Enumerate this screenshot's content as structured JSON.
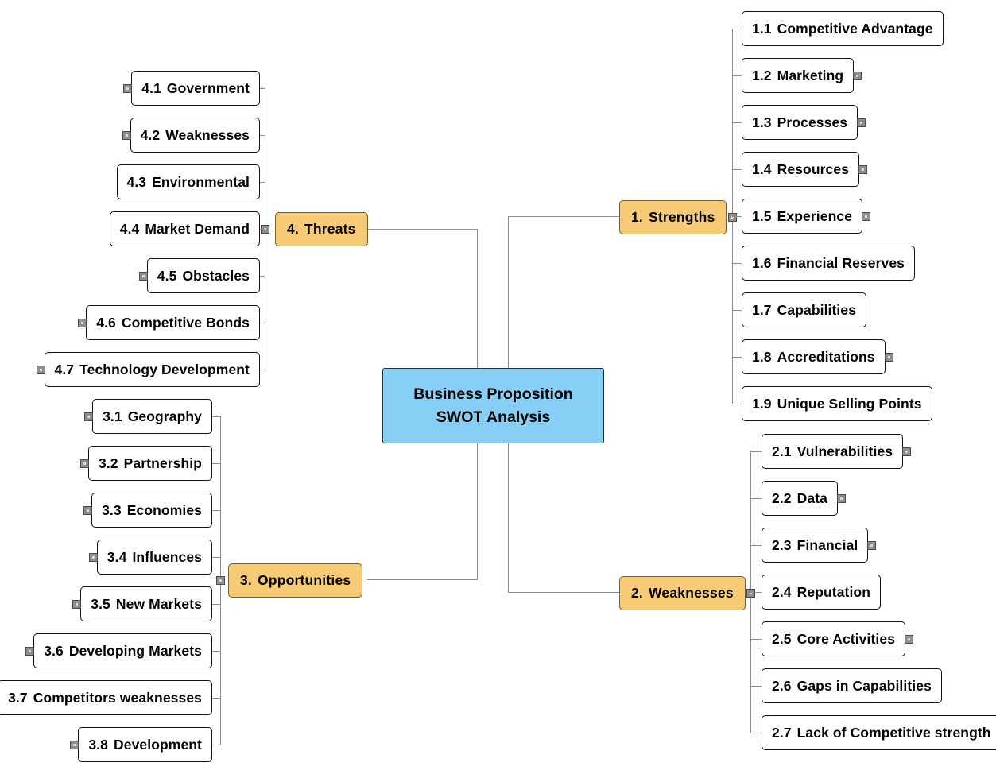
{
  "diagram": {
    "type": "mind-map",
    "title": "Business Proposition SWOT Analysis",
    "root": {
      "line1": "Business Proposition",
      "line2": "SWOT Analysis",
      "color": "#87CEF5"
    },
    "branch_color": "#F7CB76",
    "leaf_color": "#FFFFFF",
    "connector_color": "#8C8C8C",
    "branches": [
      {
        "id": "strengths",
        "number": "1.",
        "label": "Strengths",
        "side": "right",
        "has_collapse_marker": true,
        "children": [
          {
            "number": "1.1",
            "label": "Competitive Advantage",
            "has_collapse_marker": false
          },
          {
            "number": "1.2",
            "label": "Marketing",
            "has_collapse_marker": true
          },
          {
            "number": "1.3",
            "label": "Processes",
            "has_collapse_marker": true
          },
          {
            "number": "1.4",
            "label": "Resources",
            "has_collapse_marker": true
          },
          {
            "number": "1.5",
            "label": "Experience",
            "has_collapse_marker": true
          },
          {
            "number": "1.6",
            "label": "Financial Reserves",
            "has_collapse_marker": false
          },
          {
            "number": "1.7",
            "label": "Capabilities",
            "has_collapse_marker": false
          },
          {
            "number": "1.8",
            "label": "Accreditations",
            "has_collapse_marker": true
          },
          {
            "number": "1.9",
            "label": "Unique Selling Points",
            "has_collapse_marker": false
          }
        ]
      },
      {
        "id": "weaknesses",
        "number": "2.",
        "label": "Weaknesses",
        "side": "right",
        "has_collapse_marker": true,
        "children": [
          {
            "number": "2.1",
            "label": "Vulnerabilities",
            "has_collapse_marker": true
          },
          {
            "number": "2.2",
            "label": "Data",
            "has_collapse_marker": true
          },
          {
            "number": "2.3",
            "label": "Financial",
            "has_collapse_marker": true
          },
          {
            "number": "2.4",
            "label": "Reputation",
            "has_collapse_marker": false
          },
          {
            "number": "2.5",
            "label": "Core Activities",
            "has_collapse_marker": true
          },
          {
            "number": "2.6",
            "label": "Gaps in Capabilities",
            "has_collapse_marker": false
          },
          {
            "number": "2.7",
            "label": "Lack of Competitive strength",
            "has_collapse_marker": false
          }
        ]
      },
      {
        "id": "opportunities",
        "number": "3.",
        "label": "Opportunities",
        "side": "left",
        "has_collapse_marker": true,
        "children": [
          {
            "number": "3.1",
            "label": "Geography",
            "has_collapse_marker": true
          },
          {
            "number": "3.2",
            "label": "Partnership",
            "has_collapse_marker": true
          },
          {
            "number": "3.3",
            "label": "Economies",
            "has_collapse_marker": true
          },
          {
            "number": "3.4",
            "label": "Influences",
            "has_collapse_marker": true
          },
          {
            "number": "3.5",
            "label": "New Markets",
            "has_collapse_marker": true
          },
          {
            "number": "3.6",
            "label": "Developing Markets",
            "has_collapse_marker": true
          },
          {
            "number": "3.7",
            "label": "Competitors weaknesses",
            "has_collapse_marker": false
          },
          {
            "number": "3.8",
            "label": "Development",
            "has_collapse_marker": true
          }
        ]
      },
      {
        "id": "threats",
        "number": "4.",
        "label": "Threats",
        "side": "left",
        "has_collapse_marker": true,
        "children": [
          {
            "number": "4.1",
            "label": "Government",
            "has_collapse_marker": true
          },
          {
            "number": "4.2",
            "label": "Weaknesses",
            "has_collapse_marker": true
          },
          {
            "number": "4.3",
            "label": "Environmental",
            "has_collapse_marker": false
          },
          {
            "number": "4.4",
            "label": "Market Demand",
            "has_collapse_marker": false
          },
          {
            "number": "4.5",
            "label": "Obstacles",
            "has_collapse_marker": true
          },
          {
            "number": "4.6",
            "label": "Competitive Bonds",
            "has_collapse_marker": true
          },
          {
            "number": "4.7",
            "label": "Technology Development",
            "has_collapse_marker": true
          }
        ]
      }
    ]
  }
}
